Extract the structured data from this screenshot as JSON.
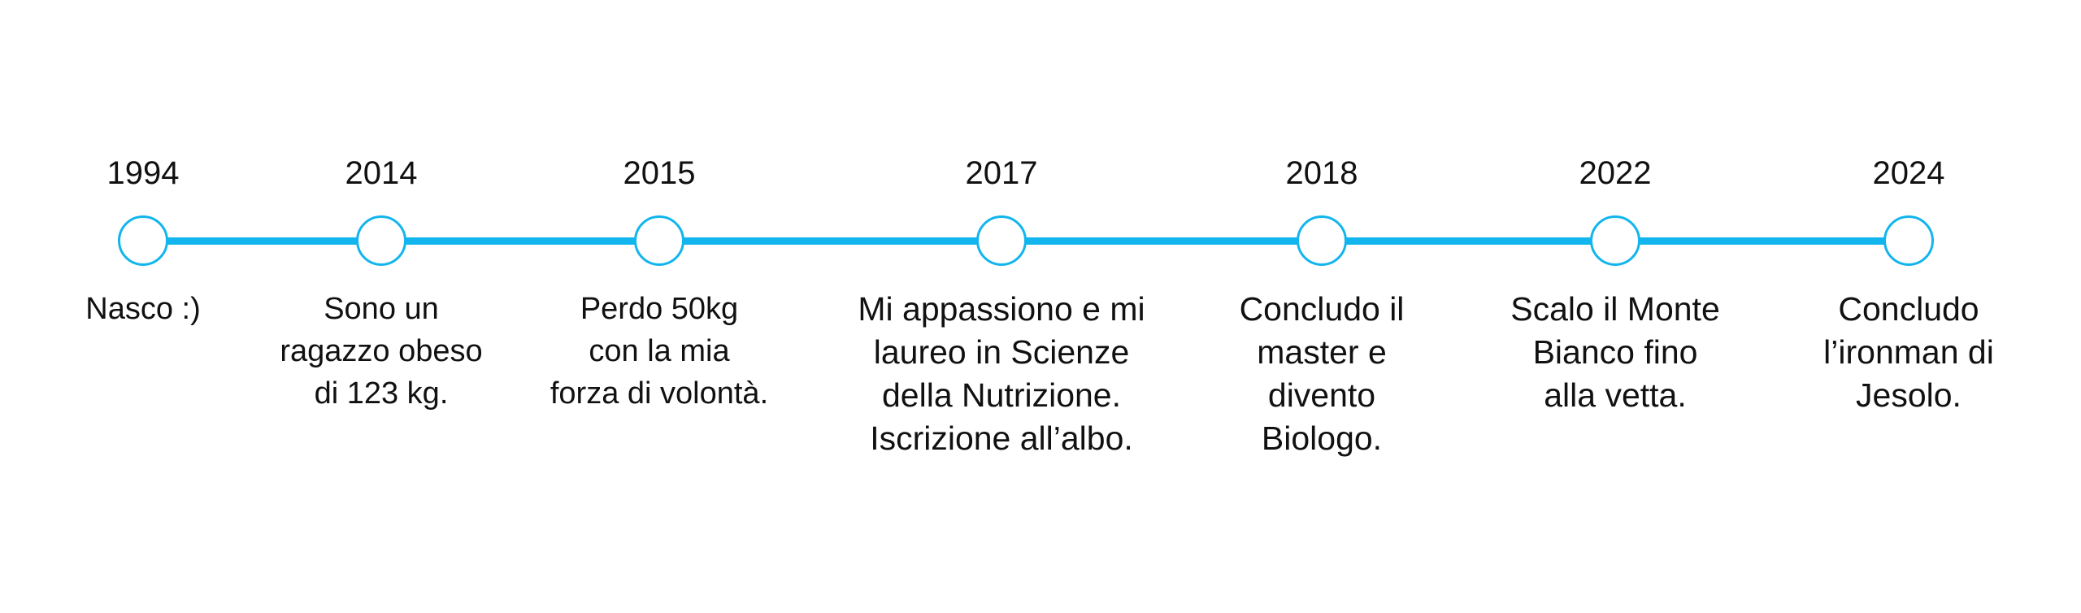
{
  "timeline": {
    "milestones": [
      {
        "year": "1994",
        "lines": [
          "Nasco :)"
        ]
      },
      {
        "year": "2014",
        "lines": [
          "Sono un",
          "ragazzo obeso",
          "di 123 kg."
        ]
      },
      {
        "year": "2015",
        "lines": [
          "Perdo 50kg",
          "con la mia",
          "forza di volontà."
        ]
      },
      {
        "year": "2017",
        "lines": [
          "Mi appassiono e mi",
          "laureo in Scienze",
          "della Nutrizione.",
          "Iscrizione all’albo."
        ]
      },
      {
        "year": "2018",
        "lines": [
          "Concludo il",
          "master e",
          "divento",
          "Biologo."
        ]
      },
      {
        "year": "2022",
        "lines": [
          "Scalo il Monte",
          "Bianco fino",
          "alla vetta."
        ]
      },
      {
        "year": "2024",
        "lines": [
          "Concludo",
          "l’ironman di",
          "Jesolo."
        ]
      }
    ]
  },
  "colors": {
    "accent": "#12b5ee",
    "text": "#111111",
    "background": "#ffffff"
  }
}
